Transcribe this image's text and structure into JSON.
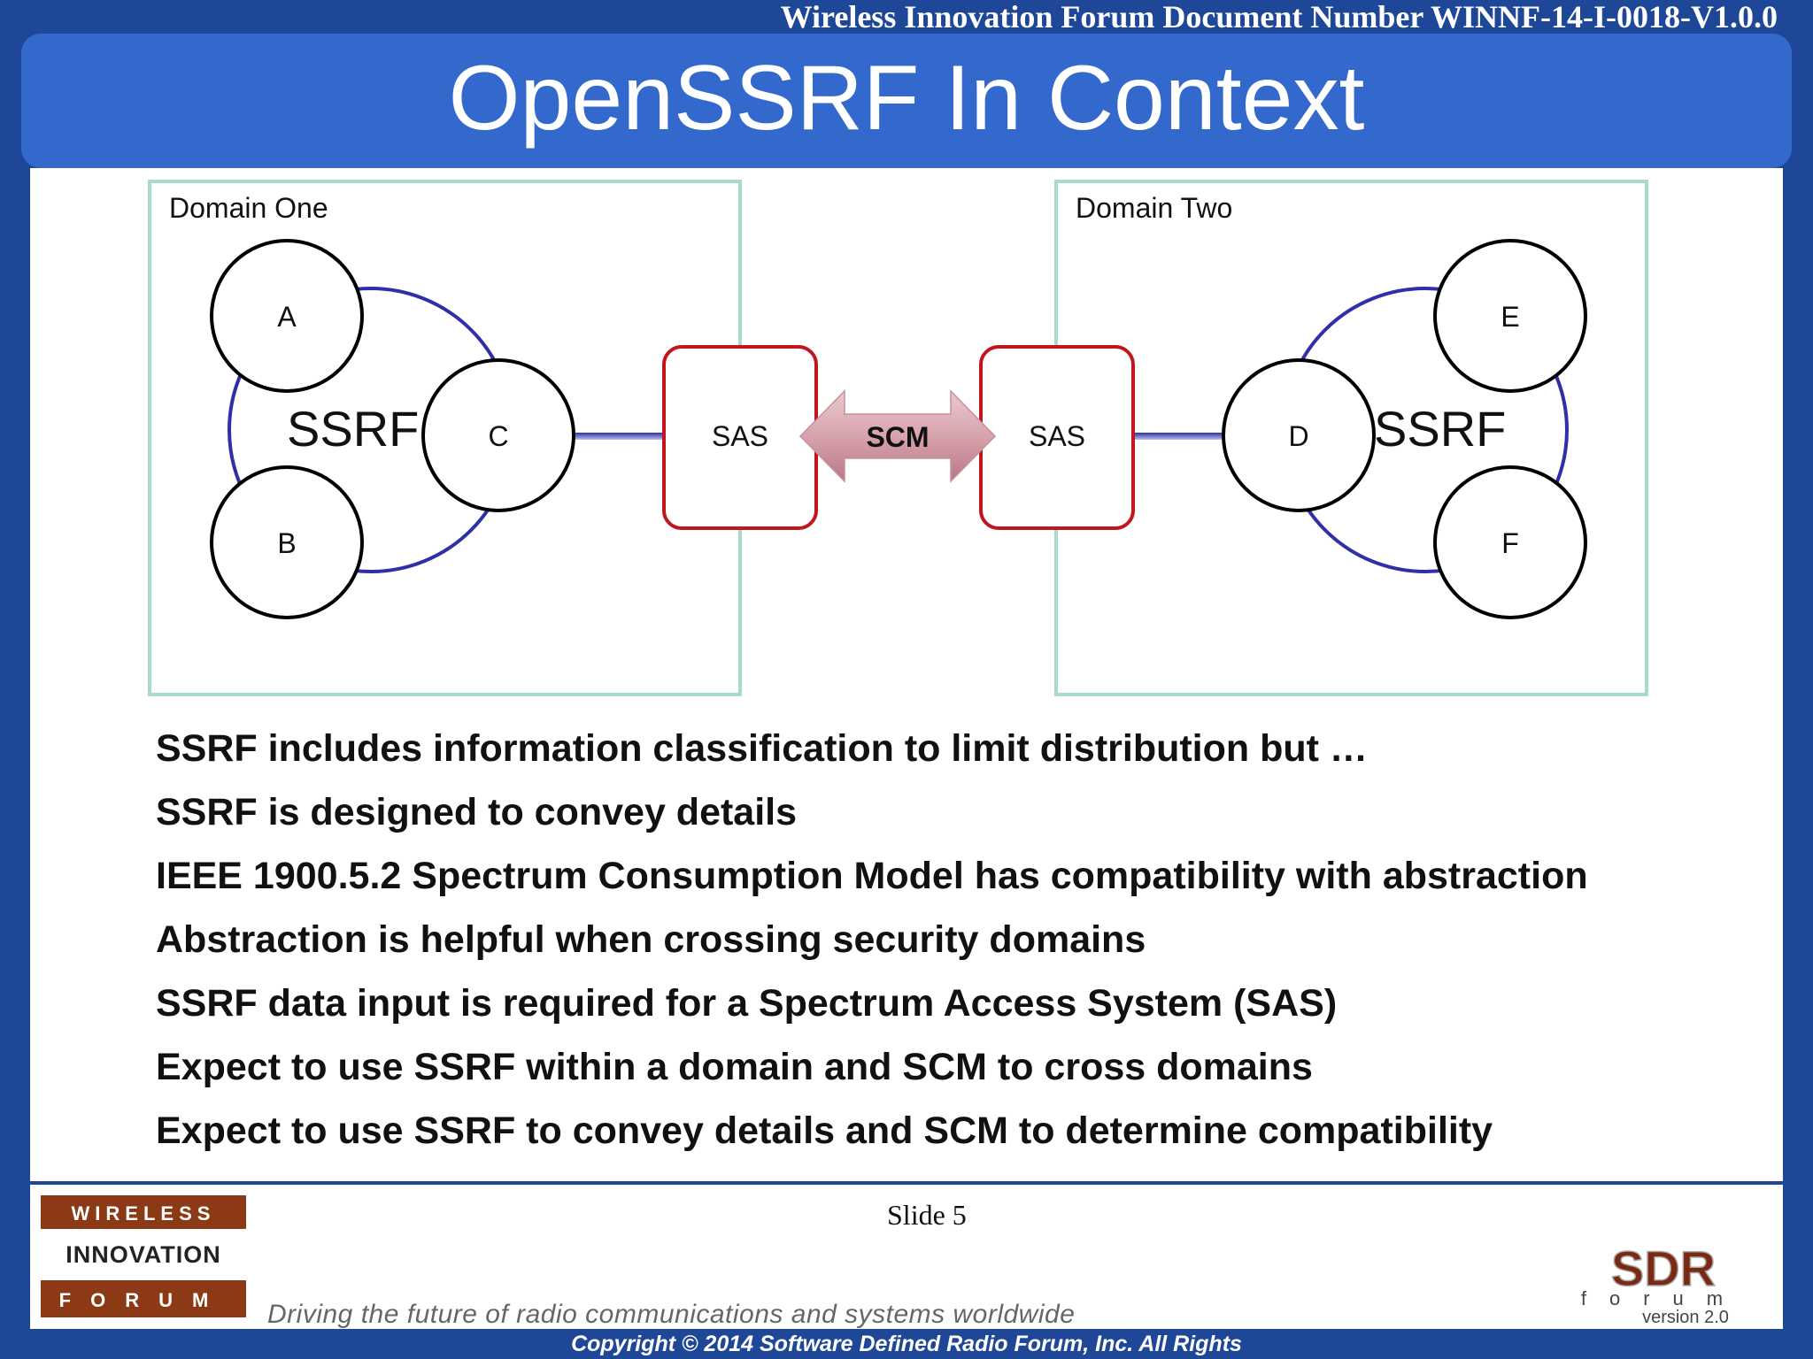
{
  "header": {
    "doc_number": "Wireless Innovation Forum Document Number  WINNF-14-I-0018-V1.0.0",
    "title": "OpenSSRF In Context"
  },
  "diagram": {
    "domain_one_label": "Domain One",
    "domain_two_label": "Domain Two",
    "ssrf_left": "SSRF",
    "ssrf_right": "SSRF",
    "nodes": {
      "a": "A",
      "b": "B",
      "c": "C",
      "d": "D",
      "e": "E",
      "f": "F"
    },
    "sas_left": "SAS",
    "sas_right": "SAS",
    "scm": "SCM"
  },
  "bullets": [
    "SSRF includes information classification to limit distribution but …",
    "SSRF is designed to convey details",
    "IEEE 1900.5.2 Spectrum Consumption Model has compatibility with abstraction",
    "Abstraction is helpful when crossing security domains",
    "SSRF data input is required for a Spectrum Access System (SAS)",
    "Expect to use SSRF within a domain and SCM to cross domains",
    "Expect to use SSRF to convey details and SCM to determine compatibility"
  ],
  "footer": {
    "slide": "Slide 5",
    "tagline": "Driving the future of radio communications and systems worldwide",
    "copyright": "Copyright © 2014 Software Defined Radio Forum, Inc. All Rights",
    "wif_logo": {
      "line1": "WIRELESS",
      "line2": "INNOVATION",
      "line3": "FORUM"
    },
    "sdr_logo": {
      "main": "SDR",
      "sub": "forum",
      "version": "version 2.0"
    }
  },
  "colors": {
    "frame_blue": "#1f4797",
    "title_blue": "#3369cc",
    "domain_border": "#a8dcc8",
    "sas_border": "#c0161c",
    "ring_blue": "#2f2fa8",
    "scm_arrow": "#d9a6b0"
  }
}
